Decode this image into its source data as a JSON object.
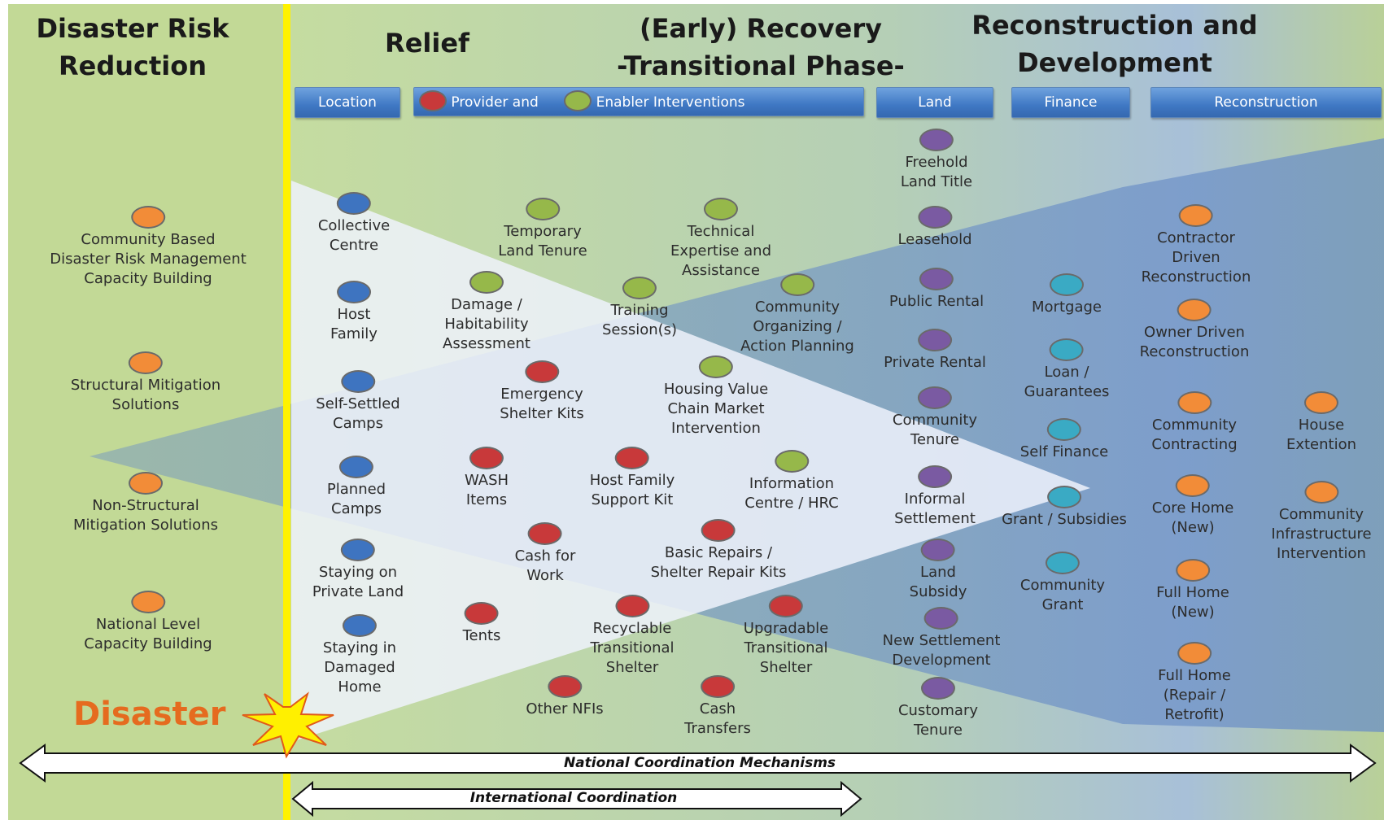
{
  "phases": {
    "drr": "Disaster Risk\nReduction",
    "relief": "Relief",
    "recovery": "(Early) Recovery\n-Transitional Phase-",
    "reconstruction": "Reconstruction and\nDevelopment"
  },
  "headers": {
    "location": "Location",
    "provider": "Provider and",
    "enabler": "Enabler Interventions",
    "land": "Land",
    "finance": "Finance",
    "reconstruction": "Reconstruction"
  },
  "colors": {
    "location": "#3e74c0",
    "provider": "#c8393a",
    "enabler": "#96b84a",
    "land": "#7a5aa2",
    "finance": "#3aaac4",
    "orange": "#f28c38",
    "bg_green": "#c2d996",
    "divider": "#fff200"
  },
  "nodes": [
    {
      "cat": "orange",
      "label": "Community Based\nDisaster Risk Management\nCapacity Building"
    },
    {
      "cat": "orange",
      "label": "Structural Mitigation\nSolutions"
    },
    {
      "cat": "orange",
      "label": "Non-Structural\nMitigation Solutions"
    },
    {
      "cat": "orange",
      "label": "National Level\nCapacity Building"
    },
    {
      "cat": "location",
      "label": "Collective\nCentre"
    },
    {
      "cat": "location",
      "label": "Host\nFamily"
    },
    {
      "cat": "location",
      "label": "Self-Settled\nCamps"
    },
    {
      "cat": "location",
      "label": "Planned\nCamps"
    },
    {
      "cat": "location",
      "label": "Staying on\nPrivate Land"
    },
    {
      "cat": "location",
      "label": "Staying in\nDamaged\nHome"
    },
    {
      "cat": "enabler",
      "label": "Temporary\nLand Tenure"
    },
    {
      "cat": "enabler",
      "label": "Technical\nExpertise and\nAssistance"
    },
    {
      "cat": "enabler",
      "label": "Damage /\nHabitability\nAssessment"
    },
    {
      "cat": "enabler",
      "label": "Training\nSession(s)"
    },
    {
      "cat": "enabler",
      "label": "Community\nOrganizing /\nAction Planning"
    },
    {
      "cat": "enabler",
      "label": "Housing Value\nChain Market\nIntervention"
    },
    {
      "cat": "enabler",
      "label": "Information\nCentre / HRC"
    },
    {
      "cat": "provider",
      "label": "Emergency\nShelter Kits"
    },
    {
      "cat": "provider",
      "label": "WASH\nItems"
    },
    {
      "cat": "provider",
      "label": "Host Family\nSupport Kit"
    },
    {
      "cat": "provider",
      "label": "Cash for\nWork"
    },
    {
      "cat": "provider",
      "label": "Basic Repairs /\nShelter Repair Kits"
    },
    {
      "cat": "provider",
      "label": "Tents"
    },
    {
      "cat": "provider",
      "label": "Recyclable\nTransitional\nShelter"
    },
    {
      "cat": "provider",
      "label": "Upgradable\nTransitional\nShelter"
    },
    {
      "cat": "provider",
      "label": "Other NFIs"
    },
    {
      "cat": "provider",
      "label": "Cash\nTransfers"
    },
    {
      "cat": "land",
      "label": "Freehold\nLand Title"
    },
    {
      "cat": "land",
      "label": "Leasehold"
    },
    {
      "cat": "land",
      "label": "Public Rental"
    },
    {
      "cat": "land",
      "label": "Private Rental"
    },
    {
      "cat": "land",
      "label": "Community\nTenure"
    },
    {
      "cat": "land",
      "label": "Informal\nSettlement"
    },
    {
      "cat": "land",
      "label": "Land\nSubsidy"
    },
    {
      "cat": "land",
      "label": "New Settlement\nDevelopment"
    },
    {
      "cat": "land",
      "label": "Customary\nTenure"
    },
    {
      "cat": "finance",
      "label": "Mortgage"
    },
    {
      "cat": "finance",
      "label": "Loan /\nGuarantees"
    },
    {
      "cat": "finance",
      "label": "Self Finance"
    },
    {
      "cat": "finance",
      "label": "Grant / Subsidies"
    },
    {
      "cat": "finance",
      "label": "Community\nGrant"
    },
    {
      "cat": "orange",
      "label": "Contractor\nDriven\nReconstruction"
    },
    {
      "cat": "orange",
      "label": "Owner Driven\nReconstruction"
    },
    {
      "cat": "orange",
      "label": "Community\nContracting"
    },
    {
      "cat": "orange",
      "label": "Core Home\n(New)"
    },
    {
      "cat": "orange",
      "label": "Full Home\n(New)"
    },
    {
      "cat": "orange",
      "label": "Full Home\n(Repair /\nRetrofit)"
    },
    {
      "cat": "orange",
      "label": "House\nExtention"
    },
    {
      "cat": "orange",
      "label": "Community\nInfrastructure\nIntervention"
    }
  ],
  "disaster": "Disaster",
  "arrows": {
    "national": "National Coordination Mechanisms",
    "international": "International Coordination"
  }
}
